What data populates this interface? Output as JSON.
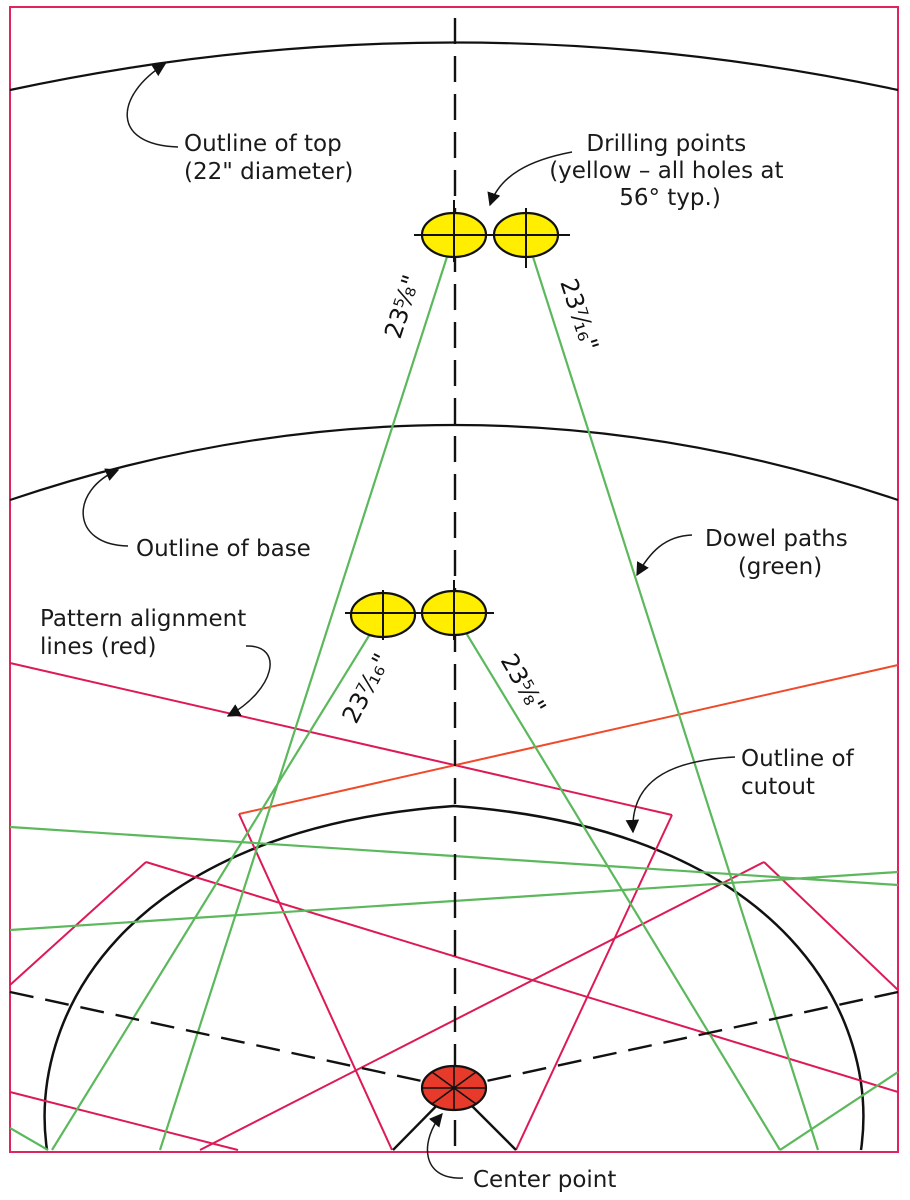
{
  "labels": {
    "outline_top": [
      "Outline of top",
      "(22\" diameter)"
    ],
    "drilling_points": [
      "Drilling points",
      "(yellow – all holes at",
      "56° typ.)"
    ],
    "outline_base": "Outline of base",
    "dowel_paths": [
      "Dowel paths",
      "(green)"
    ],
    "pattern_alignment": [
      "Pattern alignment",
      "lines (red)"
    ],
    "outline_cutout": [
      "Outline of",
      "cutout"
    ],
    "center_point": "Center point"
  },
  "dimensions": {
    "upper_left": "23⅝\"",
    "upper_right": "23⁷⁄₁₆\"",
    "lower_left": "23⁷⁄₁₆\"",
    "lower_right": "23⅝\""
  },
  "colors": {
    "frame": "#e0245e",
    "pattern_red": "#dd1a55",
    "pattern_orange": "#ef4a2a",
    "dowel_green": "#5cb85c",
    "hole_yellow": "#ffee00",
    "center_red": "#e83a2a",
    "ink": "#111111"
  }
}
